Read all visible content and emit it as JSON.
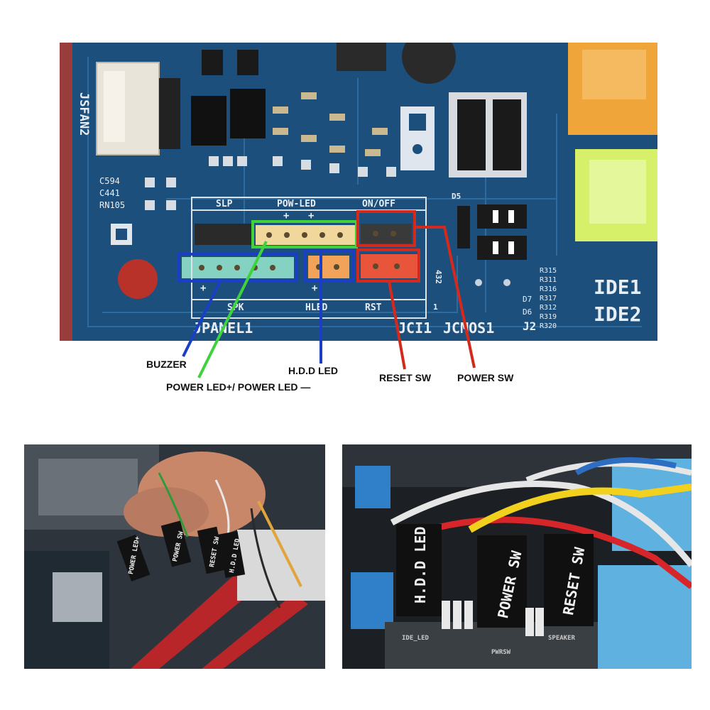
{
  "board": {
    "header_labels": {
      "slp": "SLP",
      "pow_led": "POW-LED",
      "on_off": "ON/OFF"
    },
    "plus_signs": {
      "pow_led_plus_1": "+",
      "pow_led_plus_2": "+",
      "spk_plus": "+",
      "hled_plus": "+"
    },
    "lower_labels": {
      "spk": "SPK",
      "hled": "HLED",
      "rst": "RST"
    },
    "panel_label": "JPANEL1",
    "ci_label": "JCI1",
    "cmos_label": "JCMOS1",
    "j2_label": "J2",
    "fan_label": "JSFAN2",
    "ide1_label": "IDE1",
    "ide2_label": "IDE2",
    "d5_label": "D5",
    "components_left": [
      "C594",
      "C441",
      "RN105"
    ],
    "components_right": [
      "R315",
      "R311",
      "R316",
      "R317",
      "R312",
      "R319",
      "R320"
    ],
    "components_right_d": [
      "D7",
      "D6"
    ],
    "pin_numbers": "432",
    "pin_one": "1"
  },
  "callouts": {
    "buzzer": "BUZZER",
    "power_led": "POWER LED+/ POWER LED —",
    "hdd_led": "H.D.D LED",
    "reset_sw": "RESET SW",
    "power_sw": "POWER SW"
  },
  "photo_left": {
    "labels": [
      "POWER LED+",
      "POWER SW",
      "RESET SW",
      "H.D.D LED"
    ]
  },
  "photo_right": {
    "labels": [
      "H.D.D LED",
      "POWER SW",
      "RESET SW"
    ],
    "board_text": [
      "IDE_LED",
      "PWRSW",
      "SPEAKER"
    ]
  },
  "colors": {
    "board_blue": "#1d4f7c",
    "buzzer_line": "#1a3fc4",
    "power_led_line": "#3fd23a",
    "hdd_line": "#1a3fc4",
    "reset_line": "#d42a1e",
    "power_sw_line": "#d42a1e"
  }
}
